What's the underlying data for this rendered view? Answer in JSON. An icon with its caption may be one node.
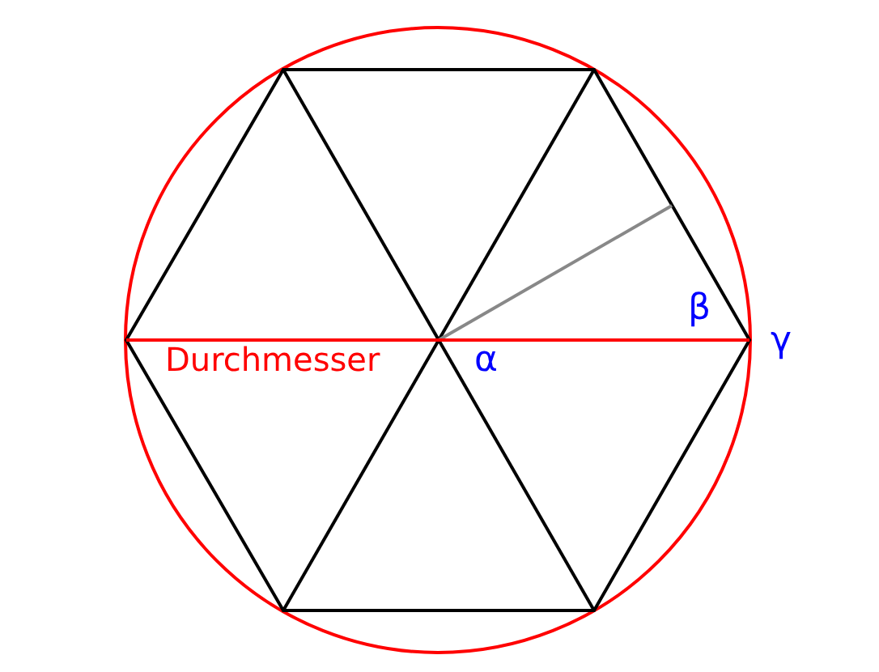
{
  "diagram": {
    "labels": [
      "Durchmesser",
      "α",
      "β",
      "γ"
    ]
  }
}
